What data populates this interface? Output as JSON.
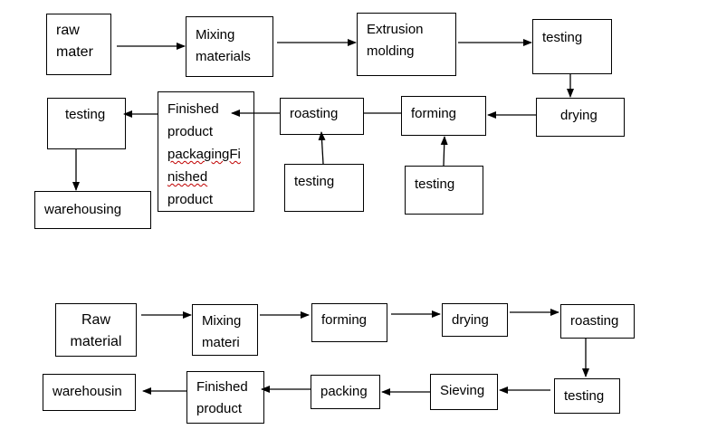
{
  "diagram_top": {
    "raw_material": [
      "raw",
      "mater"
    ],
    "mixing": [
      "Mixing",
      "materials"
    ],
    "extrusion": [
      "Extrusion",
      "molding"
    ],
    "testing_1": "testing",
    "drying": "drying",
    "forming": "forming",
    "testing_forming": "testing",
    "roasting": "roasting",
    "testing_roasting": "testing",
    "finished_lines": [
      "Finished",
      "product",
      "packagingFi",
      "nished",
      "product"
    ],
    "testing_2": "testing",
    "warehousing": "warehousing"
  },
  "diagram_bottom": {
    "raw_material": [
      "Raw",
      "material"
    ],
    "mixing": [
      "Mixing",
      "materi"
    ],
    "forming": "forming",
    "drying": "drying",
    "roasting": "roasting",
    "testing": "testing",
    "sieving": "Sieving",
    "packing": "packing",
    "finished": [
      "Finished",
      "product"
    ],
    "warehousing": "warehousin"
  },
  "colors": {
    "stroke": "#000000",
    "spellcheck_underline": "#c00000"
  }
}
